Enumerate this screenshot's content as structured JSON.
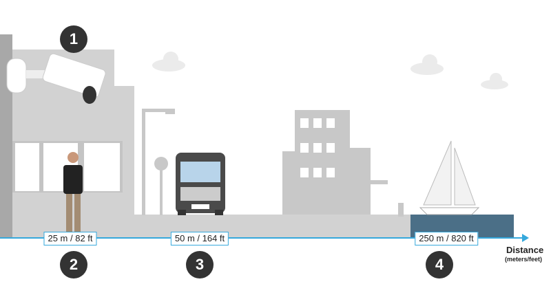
{
  "markers": [
    {
      "number": "1",
      "label": "camera"
    },
    {
      "number": "2",
      "distance": "25 m / 82 ft"
    },
    {
      "number": "3",
      "distance": "50 m / 164 ft"
    },
    {
      "number": "4",
      "distance": "250 m / 820 ft"
    }
  ],
  "axis": {
    "title": "Distance",
    "units": "(meters/feet)"
  },
  "colors": {
    "axis": "#35a8dc",
    "marker": "#333333",
    "water": "#4b6f87",
    "scenery": "#cccccc"
  }
}
